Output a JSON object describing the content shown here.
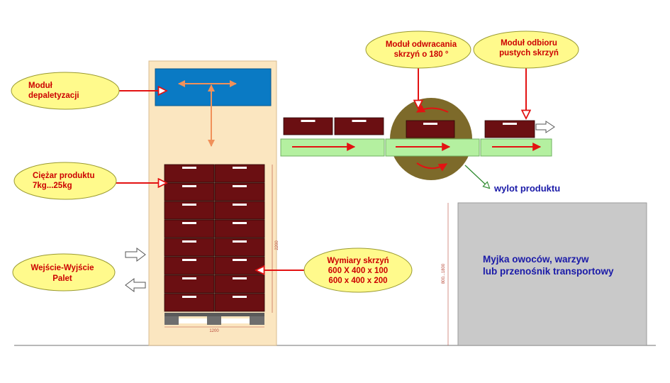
{
  "colors": {
    "callout_fill": "#fffa8c",
    "callout_stroke": "#9a9a30",
    "callout_text": "#cc0000",
    "tower_fill": "#fbe6c0",
    "depal_fill": "#0a7ac4",
    "crate_fill": "#6b0f12",
    "conveyor_fill": "#b4f0a0",
    "turner_fill": "#7d6a2a",
    "arrow_red": "#e31212",
    "arrow_orange": "#f0915a",
    "washer_fill": "#c9c9c9",
    "washer_text": "#1a1aa8"
  },
  "callouts": {
    "depal": {
      "line1": "Moduł",
      "line2": "depaletyzacji"
    },
    "weight": {
      "line1": "Ciężar produktu",
      "line2": "7kg...25kg"
    },
    "io": {
      "line1": "Wejście-Wyjście",
      "line2": "Palet"
    },
    "dims": {
      "line1": "Wymiary skrzyń",
      "line2": "600 X 400 x 100",
      "line3": "600 x 400 x 200"
    },
    "turn": {
      "line1": "Moduł odwracania",
      "line2": "skrzyń o 180 °"
    },
    "empty": {
      "line1": "Moduł odbioru",
      "line2": "pustych skrzyń"
    }
  },
  "labels": {
    "outlet": "wylot produktu",
    "washer_line1": "Myjka owoców, warzyw",
    "washer_line2": "lub przenośnik transportowy"
  },
  "dimensions": {
    "stack_height": "2200",
    "pallet_width": "1200",
    "washer_height": "800...1800"
  }
}
